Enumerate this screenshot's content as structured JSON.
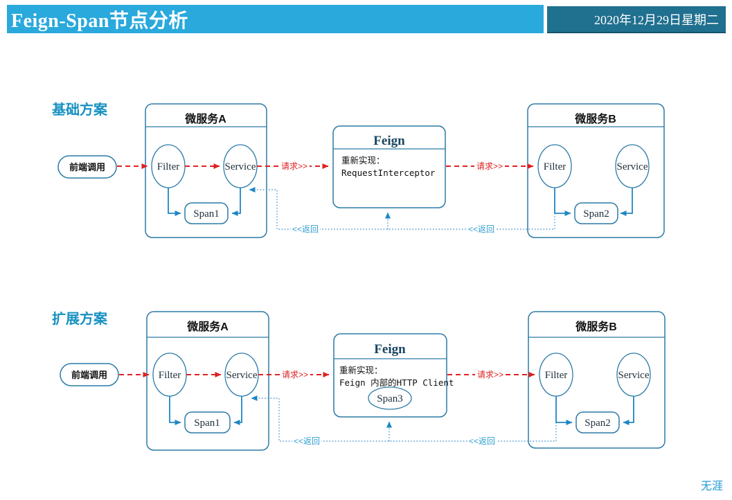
{
  "header": {
    "title": "Feign-Span节点分析",
    "date": "2020年12月29日星期二"
  },
  "footer": {
    "signature": "无涯"
  },
  "colors": {
    "header_bar": "#29a9dc",
    "date_box": "#20708f",
    "section_label": "#1791c1",
    "box_border": "#2b7aa6",
    "request_arrow": "#df2020",
    "return_line": "#4f9bd5",
    "solid_arrow": "#1f86c4",
    "feign_title": "#17455f",
    "signature": "#1e9ad6"
  },
  "sections": [
    {
      "label": "基础方案",
      "frontend": "前端调用",
      "microservice_a": {
        "title": "微服务A",
        "filter": "Filter",
        "service": "Service",
        "span": "Span1"
      },
      "feign": {
        "title": "Feign",
        "desc_line1": "重新实现：",
        "desc_line2": "RequestInterceptor"
      },
      "microservice_b": {
        "title": "微服务B",
        "filter": "Filter",
        "service": "Service",
        "span": "Span2"
      },
      "request_label": "请求>>",
      "return_label": "<<返回"
    },
    {
      "label": "扩展方案",
      "frontend": "前端调用",
      "microservice_a": {
        "title": "微服务A",
        "filter": "Filter",
        "service": "Service",
        "span": "Span1"
      },
      "feign": {
        "title": "Feign",
        "desc_line1": "重新实现：",
        "desc_line2": "Feign 内部的HTTP Client",
        "span": "Span3"
      },
      "microservice_b": {
        "title": "微服务B",
        "filter": "Filter",
        "service": "Service",
        "span": "Span2"
      },
      "request_label": "请求>>",
      "return_label": "<<返回"
    }
  ]
}
